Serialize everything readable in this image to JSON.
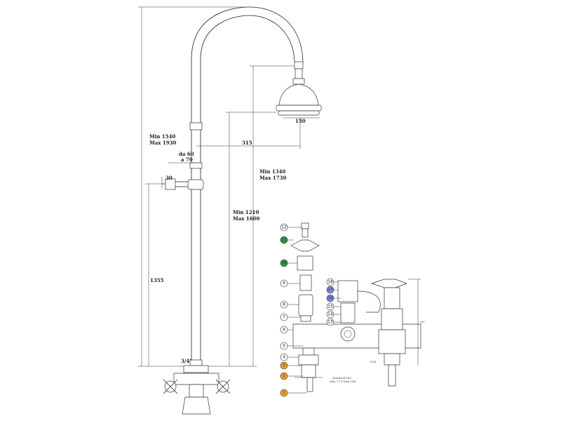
{
  "dimensions": {
    "min_max_total": [
      "Min 1540",
      "Max 1930"
    ],
    "da_a": [
      "da 60",
      "a 70"
    ],
    "offset_315": "315",
    "head_150": "150",
    "min_max_head": [
      "Min 1340",
      "Max 1730"
    ],
    "min_max_mid": [
      "Min 1210",
      "Max 1600"
    ],
    "height_1355": "1355",
    "pipe_30": "30",
    "thread": "3/4\""
  },
  "callouts": [
    {
      "num": "12",
      "color": "#ffffff"
    },
    {
      "num": "11",
      "color": "#2e9e4a"
    },
    {
      "num": "10",
      "color": "#2e9e4a"
    },
    {
      "num": "9",
      "color": "#ffffff"
    },
    {
      "num": "8",
      "color": "#ffffff"
    },
    {
      "num": "7",
      "color": "#ffffff"
    },
    {
      "num": "6",
      "color": "#ffffff"
    },
    {
      "num": "5",
      "color": "#ffffff"
    },
    {
      "num": "4",
      "color": "#ffffff"
    },
    {
      "num": "3",
      "color": "#f0a030"
    },
    {
      "num": "2",
      "color": "#f0a030"
    },
    {
      "num": "1",
      "color": "#f0a030"
    },
    {
      "num": "18",
      "color": "#ffffff"
    },
    {
      "num": "17",
      "color": "#8888dd"
    },
    {
      "num": "16",
      "color": "#8888dd"
    },
    {
      "num": "15",
      "color": "#ffffff"
    },
    {
      "num": "14",
      "color": "#ffffff"
    },
    {
      "num": "13",
      "color": "#ffffff"
    }
  ],
  "detail_notes": {
    "side_height": "260",
    "bottom_left": "Ø58",
    "bottom_note": [
      "standard 180",
      "Min. 170   Max 184"
    ]
  }
}
